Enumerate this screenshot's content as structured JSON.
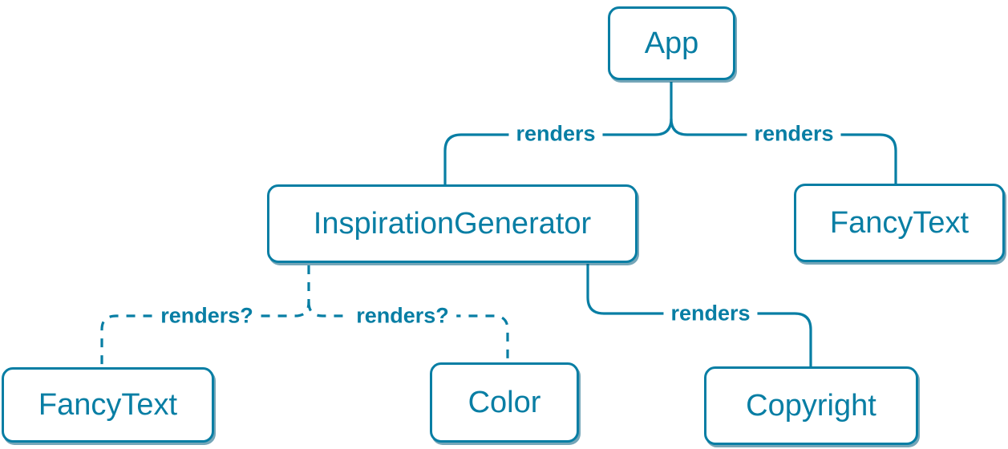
{
  "diagram": {
    "type": "component-render-tree",
    "colors": {
      "accent": "#087EA4",
      "node_background": "#ffffff",
      "node_shadow": "rgba(3,93,126,0.55)",
      "page_background": "#ffffff"
    },
    "nodes": [
      {
        "id": "app",
        "label": "App"
      },
      {
        "id": "inspiration-generator",
        "label": "InspirationGenerator"
      },
      {
        "id": "fancy-text-top",
        "label": "FancyText"
      },
      {
        "id": "fancy-text-bottom",
        "label": "FancyText"
      },
      {
        "id": "color",
        "label": "Color"
      },
      {
        "id": "copyright",
        "label": "Copyright"
      }
    ],
    "edges": [
      {
        "from": "App",
        "to": "InspirationGenerator",
        "label": "renders",
        "style": "solid"
      },
      {
        "from": "App",
        "to": "FancyText",
        "label": "renders",
        "style": "solid"
      },
      {
        "from": "InspirationGenerator",
        "to": "FancyText",
        "label": "renders?",
        "style": "dashed"
      },
      {
        "from": "InspirationGenerator",
        "to": "Color",
        "label": "renders?",
        "style": "dashed"
      },
      {
        "from": "InspirationGenerator",
        "to": "Copyright",
        "label": "renders",
        "style": "solid"
      }
    ]
  }
}
